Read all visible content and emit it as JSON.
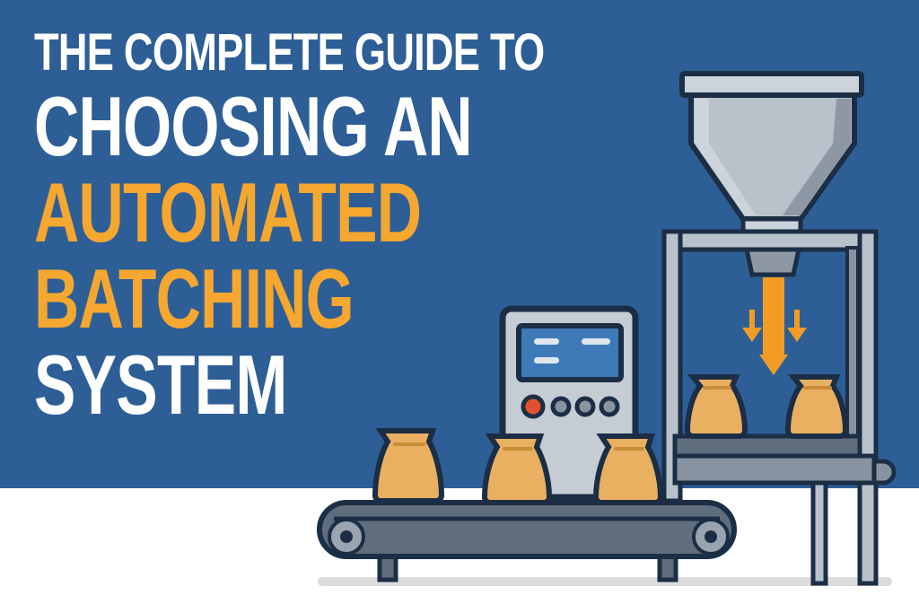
{
  "headline": {
    "line1": "THE COMPLETE GUIDE TO",
    "line2": "CHOOSING AN",
    "line3": "AUTOMATED",
    "line4": "BATCHING",
    "line5": "SYSTEM"
  },
  "colors": {
    "background_blue": "#2d5f96",
    "accent_orange": "#f6a72f",
    "text_white": "#ffffff",
    "outline_navy": "#1c2e45",
    "metal_gray": "#b9c1cb",
    "bag_tan": "#e8b060"
  },
  "illustration": {
    "control_panel": {
      "screen_lines": 3,
      "buttons": [
        "red-button",
        "gray-button",
        "gray-button",
        "gray-button"
      ]
    },
    "conveyor_bags": 3,
    "filling_station_bags": 2,
    "arrows": [
      "left-down-arrow",
      "center-down-arrow",
      "right-down-arrow"
    ]
  }
}
